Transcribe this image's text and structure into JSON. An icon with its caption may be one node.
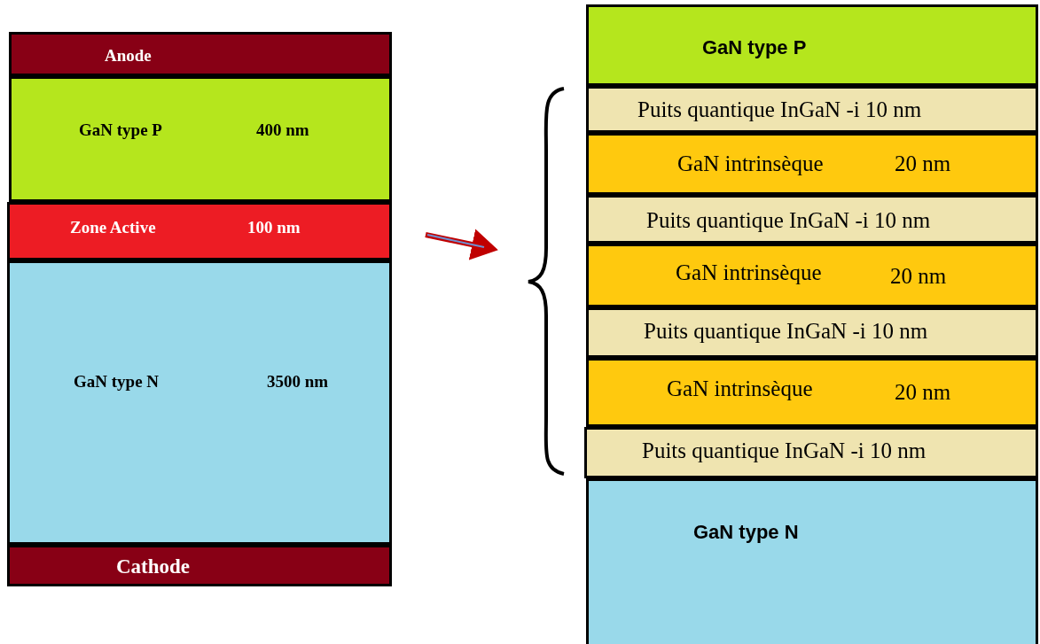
{
  "diagram": {
    "nodes": [
      {
        "text": [
          "Anode"
        ]
      },
      {
        "text": [
          "GaN type P",
          "400 nm"
        ]
      },
      {
        "text": [
          "Zone Active",
          "100 nm"
        ]
      },
      {
        "text": [
          "GaN type N",
          "3500 nm"
        ]
      },
      {
        "text": [
          "Cathode"
        ]
      },
      {
        "text": [
          "GaN type P"
        ]
      },
      {
        "text": [
          "Puits quantique InGaN -i 10 nm"
        ]
      },
      {
        "text": [
          "GaN intrinsèque",
          "20 nm"
        ]
      },
      {
        "text": [
          "Puits quantique InGaN -i 10 nm"
        ]
      },
      {
        "text": [
          "GaN intrinsèque",
          "20 nm"
        ]
      },
      {
        "text": [
          "Puits quantique InGaN -i 10 nm"
        ]
      },
      {
        "text": [
          "GaN intrinsèque",
          "20 nm"
        ]
      },
      {
        "text": [
          "Puits quantique InGaN -i 10 nm"
        ]
      },
      {
        "text": [
          "GaN type N"
        ]
      }
    ]
  }
}
